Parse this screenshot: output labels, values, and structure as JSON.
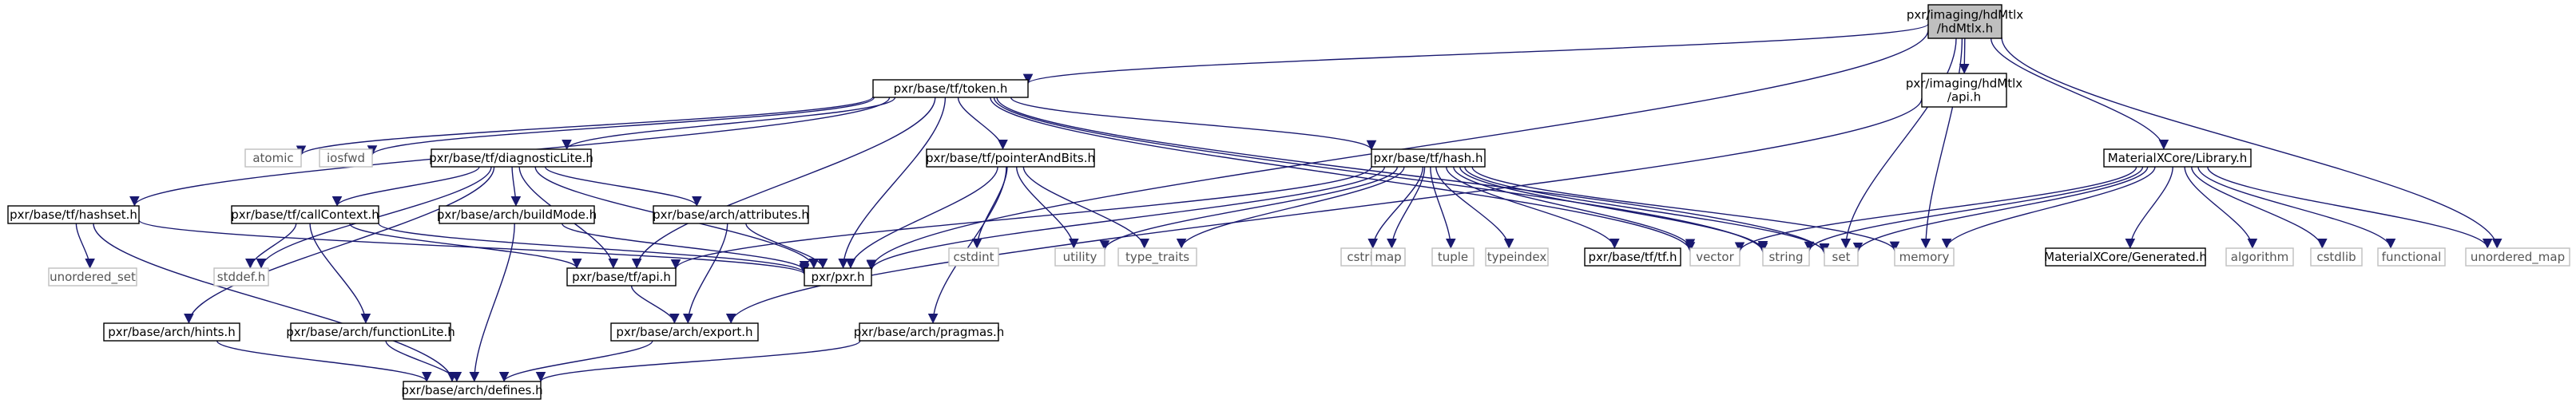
{
  "diagram": {
    "nodes": [
      {
        "id": "hdMtlx",
        "label": "pxr/imaging/hdMtlx\n/hdMtlx.h",
        "style": "root"
      },
      {
        "id": "token",
        "label": "pxr/base/tf/token.h",
        "style": "file"
      },
      {
        "id": "hdapi",
        "label": "pxr/imaging/hdMtlx\n/api.h",
        "style": "file"
      },
      {
        "id": "mxlib",
        "label": "MaterialXCore/Library.h",
        "style": "file"
      },
      {
        "id": "atomic",
        "label": "atomic",
        "style": "ext"
      },
      {
        "id": "iosfwd",
        "label": "iosfwd",
        "style": "ext"
      },
      {
        "id": "diaglite",
        "label": "pxr/base/tf/diagnosticLite.h",
        "style": "file"
      },
      {
        "id": "ptrbits",
        "label": "pxr/base/tf/pointerAndBits.h",
        "style": "file"
      },
      {
        "id": "hash",
        "label": "pxr/base/tf/hash.h",
        "style": "file"
      },
      {
        "id": "hashset",
        "label": "pxr/base/tf/hashset.h",
        "style": "file"
      },
      {
        "id": "callctx",
        "label": "pxr/base/tf/callContext.h",
        "style": "file"
      },
      {
        "id": "buildmode",
        "label": "pxr/base/arch/buildMode.h",
        "style": "file"
      },
      {
        "id": "attributes",
        "label": "pxr/base/arch/attributes.h",
        "style": "file"
      },
      {
        "id": "cstdint",
        "label": "cstdint",
        "style": "ext"
      },
      {
        "id": "utility",
        "label": "utility",
        "style": "ext"
      },
      {
        "id": "type_traits",
        "label": "type_traits",
        "style": "ext"
      },
      {
        "id": "cstring",
        "label": "cstring",
        "style": "ext"
      },
      {
        "id": "map",
        "label": "map",
        "style": "ext"
      },
      {
        "id": "tuple",
        "label": "tuple",
        "style": "ext"
      },
      {
        "id": "typeindex",
        "label": "typeindex",
        "style": "ext"
      },
      {
        "id": "tfh",
        "label": "pxr/base/tf/tf.h",
        "style": "file"
      },
      {
        "id": "vector",
        "label": "vector",
        "style": "ext"
      },
      {
        "id": "string",
        "label": "string",
        "style": "ext"
      },
      {
        "id": "set",
        "label": "set",
        "style": "ext"
      },
      {
        "id": "memory",
        "label": "memory",
        "style": "ext"
      },
      {
        "id": "mxgen",
        "label": "MaterialXCore/Generated.h",
        "style": "file"
      },
      {
        "id": "algorithm",
        "label": "algorithm",
        "style": "ext"
      },
      {
        "id": "cstdlib",
        "label": "cstdlib",
        "style": "ext"
      },
      {
        "id": "functional",
        "label": "functional",
        "style": "ext"
      },
      {
        "id": "unordered_map",
        "label": "unordered_map",
        "style": "ext"
      },
      {
        "id": "unordered_set",
        "label": "unordered_set",
        "style": "ext"
      },
      {
        "id": "stddef",
        "label": "stddef.h",
        "style": "ext"
      },
      {
        "id": "tfapi",
        "label": "pxr/base/tf/api.h",
        "style": "file"
      },
      {
        "id": "pxrh",
        "label": "pxr/pxr.h",
        "style": "file"
      },
      {
        "id": "hints",
        "label": "pxr/base/arch/hints.h",
        "style": "file"
      },
      {
        "id": "funclite",
        "label": "pxr/base/arch/functionLite.h",
        "style": "file"
      },
      {
        "id": "archexport",
        "label": "pxr/base/arch/export.h",
        "style": "file"
      },
      {
        "id": "pragmas",
        "label": "pxr/base/arch/pragmas.h",
        "style": "file"
      },
      {
        "id": "defines",
        "label": "pxr/base/arch/defines.h",
        "style": "file"
      }
    ],
    "edges": [
      [
        "hdMtlx",
        "token"
      ],
      [
        "hdMtlx",
        "hdapi"
      ],
      [
        "hdMtlx",
        "mxlib"
      ],
      [
        "hdMtlx",
        "set"
      ],
      [
        "hdMtlx",
        "memory"
      ],
      [
        "hdMtlx",
        "unordered_map"
      ],
      [
        "hdMtlx",
        "pxrh"
      ],
      [
        "token",
        "atomic"
      ],
      [
        "token",
        "iosfwd"
      ],
      [
        "token",
        "diaglite"
      ],
      [
        "token",
        "ptrbits"
      ],
      [
        "token",
        "hash"
      ],
      [
        "token",
        "hashset"
      ],
      [
        "token",
        "tfapi"
      ],
      [
        "token",
        "pxrh"
      ],
      [
        "token",
        "string"
      ],
      [
        "token",
        "vector"
      ],
      [
        "token",
        "set"
      ],
      [
        "hdapi",
        "archexport"
      ],
      [
        "mxlib",
        "vector"
      ],
      [
        "mxlib",
        "string"
      ],
      [
        "mxlib",
        "set"
      ],
      [
        "mxlib",
        "memory"
      ],
      [
        "mxlib",
        "mxgen"
      ],
      [
        "mxlib",
        "algorithm"
      ],
      [
        "mxlib",
        "cstdlib"
      ],
      [
        "mxlib",
        "functional"
      ],
      [
        "mxlib",
        "unordered_map"
      ],
      [
        "diaglite",
        "callctx"
      ],
      [
        "diaglite",
        "buildmode"
      ],
      [
        "diaglite",
        "attributes"
      ],
      [
        "diaglite",
        "hints"
      ],
      [
        "diaglite",
        "stddef"
      ],
      [
        "diaglite",
        "tfapi"
      ],
      [
        "diaglite",
        "pxrh"
      ],
      [
        "ptrbits",
        "cstdint"
      ],
      [
        "ptrbits",
        "utility"
      ],
      [
        "ptrbits",
        "type_traits"
      ],
      [
        "ptrbits",
        "pragmas"
      ],
      [
        "ptrbits",
        "pxrh"
      ],
      [
        "hash",
        "utility"
      ],
      [
        "hash",
        "type_traits"
      ],
      [
        "hash",
        "cstring"
      ],
      [
        "hash",
        "map"
      ],
      [
        "hash",
        "tuple"
      ],
      [
        "hash",
        "typeindex"
      ],
      [
        "hash",
        "tfh"
      ],
      [
        "hash",
        "vector"
      ],
      [
        "hash",
        "string"
      ],
      [
        "hash",
        "set"
      ],
      [
        "hash",
        "memory"
      ],
      [
        "hash",
        "tfapi"
      ],
      [
        "hash",
        "pxrh"
      ],
      [
        "hashset",
        "unordered_set"
      ],
      [
        "hashset",
        "pxrh"
      ],
      [
        "hashset",
        "defines"
      ],
      [
        "callctx",
        "funclite"
      ],
      [
        "callctx",
        "stddef"
      ],
      [
        "callctx",
        "tfapi"
      ],
      [
        "callctx",
        "pxrh"
      ],
      [
        "buildmode",
        "defines"
      ],
      [
        "buildmode",
        "pxrh"
      ],
      [
        "attributes",
        "archexport"
      ],
      [
        "attributes",
        "pxrh"
      ],
      [
        "tfapi",
        "archexport"
      ],
      [
        "hints",
        "defines"
      ],
      [
        "funclite",
        "defines"
      ],
      [
        "archexport",
        "defines"
      ],
      [
        "pragmas",
        "defines"
      ]
    ],
    "colors": {
      "edge": "#191970",
      "root_fill": "#bfbfbf",
      "file_stroke": "#000000",
      "ext_stroke": "#bfbfbf",
      "ext_text": "#555555",
      "background": "#ffffff"
    }
  }
}
